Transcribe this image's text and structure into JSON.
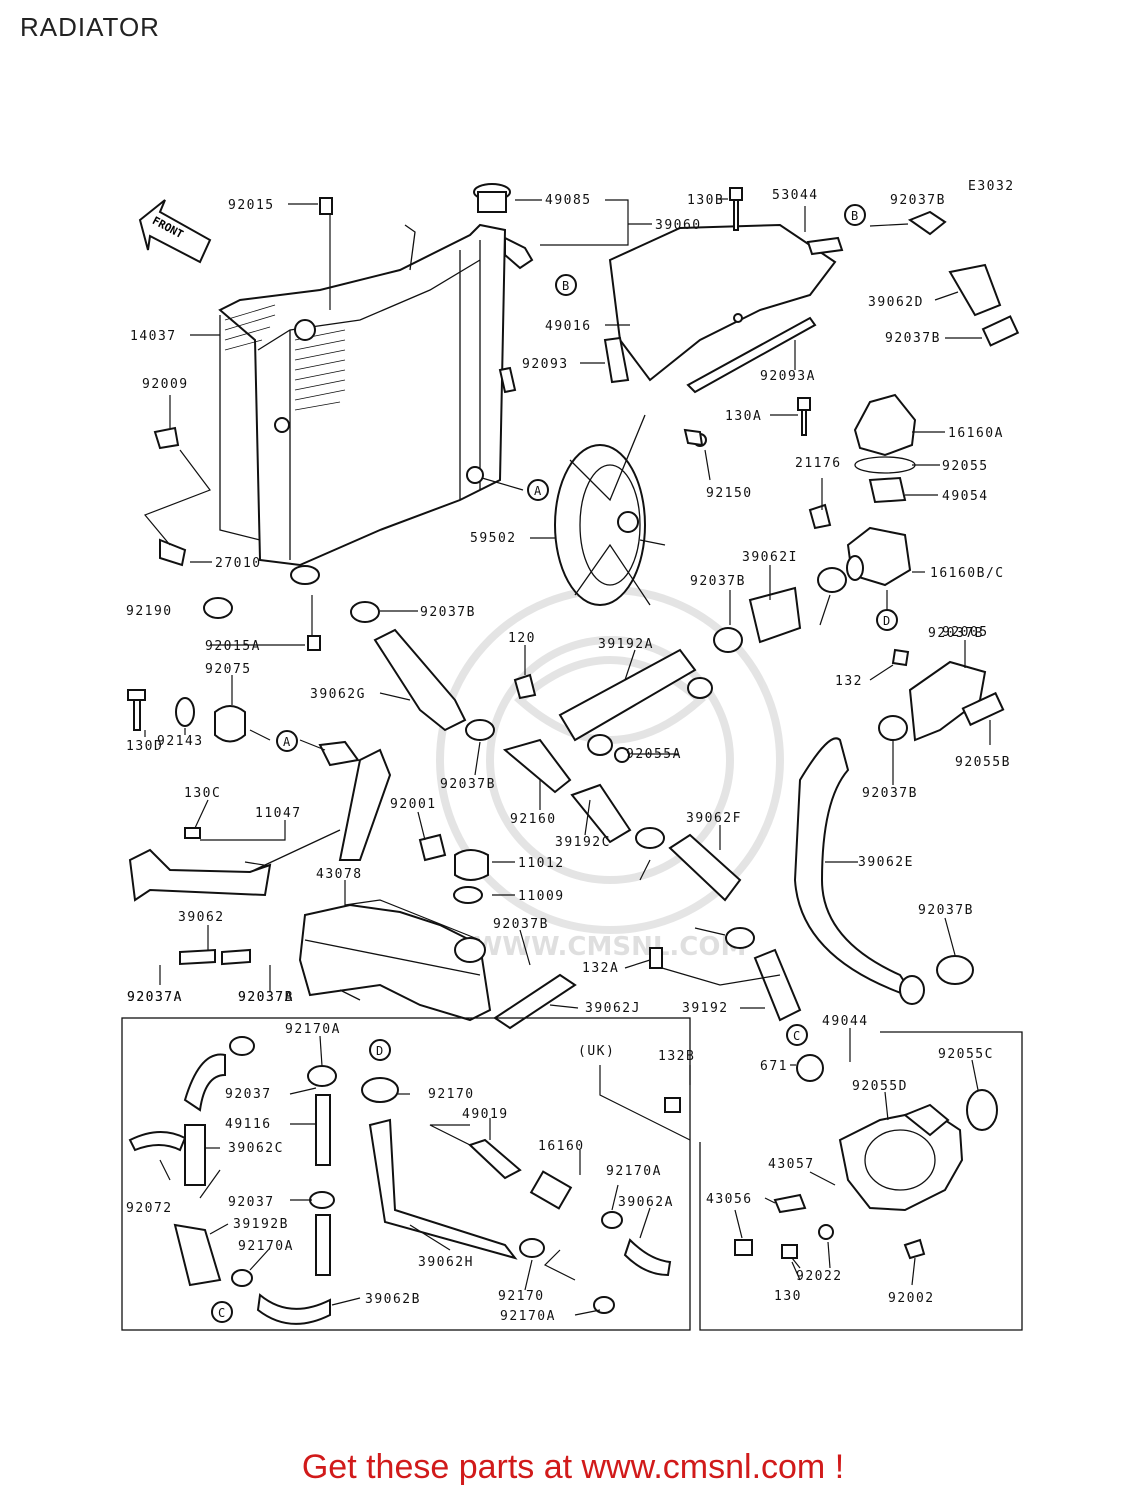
{
  "title": "RADIATOR",
  "diagram_code": "E3032",
  "front_arrow_text": "FRONT",
  "uk_note": "(UK)",
  "footer": "Get these parts at www.cmsnl.com !",
  "watermark_text": "WWW.CMSNL.COM",
  "colors": {
    "footer": "#d11a1a",
    "line": "#111111"
  },
  "part_labels": [
    "92015",
    "49085",
    "39060",
    "130B",
    "53044",
    "92037B",
    "14037",
    "49016",
    "39062D",
    "92037B",
    "92093",
    "92093A",
    "130A",
    "16160A",
    "92009",
    "21176",
    "92055",
    "49054",
    "92150",
    "59502",
    "27010",
    "39062I",
    "92037B",
    "16160B/C",
    "92190",
    "92037B",
    "92015A",
    "120",
    "39192A",
    "92037B",
    "92005",
    "92075",
    "132",
    "39062G",
    "92055A",
    "92055B",
    "130D",
    "92143",
    "92037B",
    "92037B",
    "130C",
    "92001",
    "92160",
    "39062F",
    "11047",
    "39192C",
    "11012",
    "39062E",
    "43078",
    "11009",
    "92037B",
    "92037B",
    "39062",
    "92037A",
    "92037B",
    "132A",
    "39192",
    "39062J",
    "92037A",
    "92037A",
    "49044",
    "92170A",
    "(UK)",
    "132B",
    "671",
    "92055C",
    "92037",
    "92170",
    "92055D",
    "49116",
    "49019",
    "16160",
    "39062C",
    "92170A",
    "43057",
    "92072",
    "92037",
    "39062A",
    "43056",
    "39192B",
    "92170A",
    "39062H",
    "92022",
    "39062B",
    "92170",
    "130",
    "92002",
    "92170A"
  ],
  "circle_markers": [
    "B",
    "B",
    "A",
    "A",
    "D",
    "C",
    "D",
    "C"
  ]
}
